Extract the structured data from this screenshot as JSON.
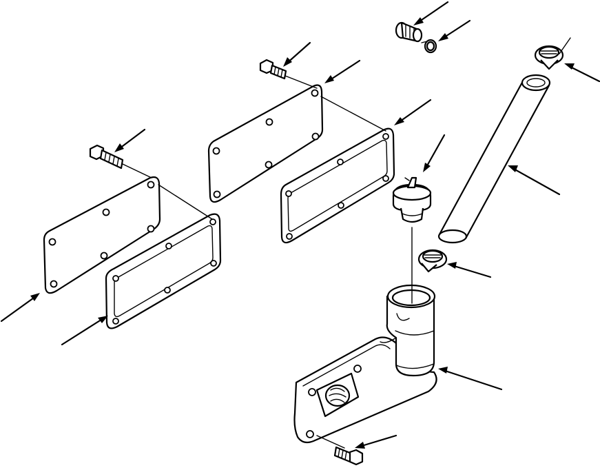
{
  "diagram": {
    "type": "exploded-parts-view",
    "line_color": "#000000",
    "background": "#ffffff",
    "parts": [
      "bolt-left",
      "cover-plate-left",
      "gasket-left",
      "bolt-middle",
      "cover-plate-middle",
      "gasket-middle",
      "plug",
      "o-ring",
      "hose-clamp-upper",
      "hose",
      "breather-cap",
      "hose-clamp-lower",
      "filler-tube-body",
      "bolt-bottom"
    ],
    "callout_arrow_count": 15
  }
}
